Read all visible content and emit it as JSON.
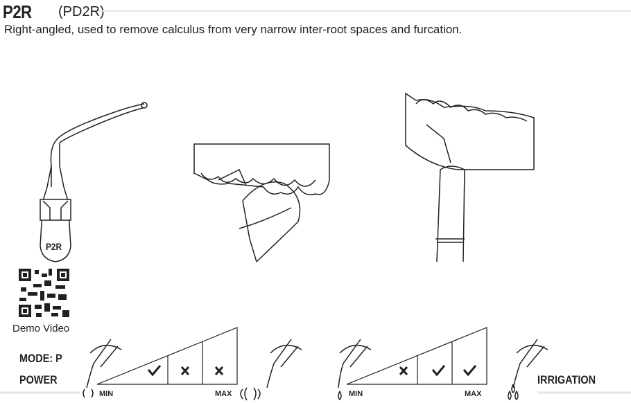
{
  "header": {
    "title": "P2R",
    "subtitle": "(PD2R)",
    "description": "Right-angled, used to remove calculus from very narrow inter-root spaces and furcation."
  },
  "tip": {
    "label": "P2R"
  },
  "qr": {
    "caption": "Demo Video"
  },
  "settings": {
    "mode": "MODE: P",
    "power": {
      "label": "POWER",
      "min": "MIN",
      "max": "MAX",
      "levels": [
        "check",
        "cross",
        "cross"
      ]
    },
    "irrigation": {
      "label": "IRRIGATION",
      "min": "MIN",
      "max": "MAX",
      "levels": [
        "cross",
        "check",
        "check"
      ]
    }
  }
}
